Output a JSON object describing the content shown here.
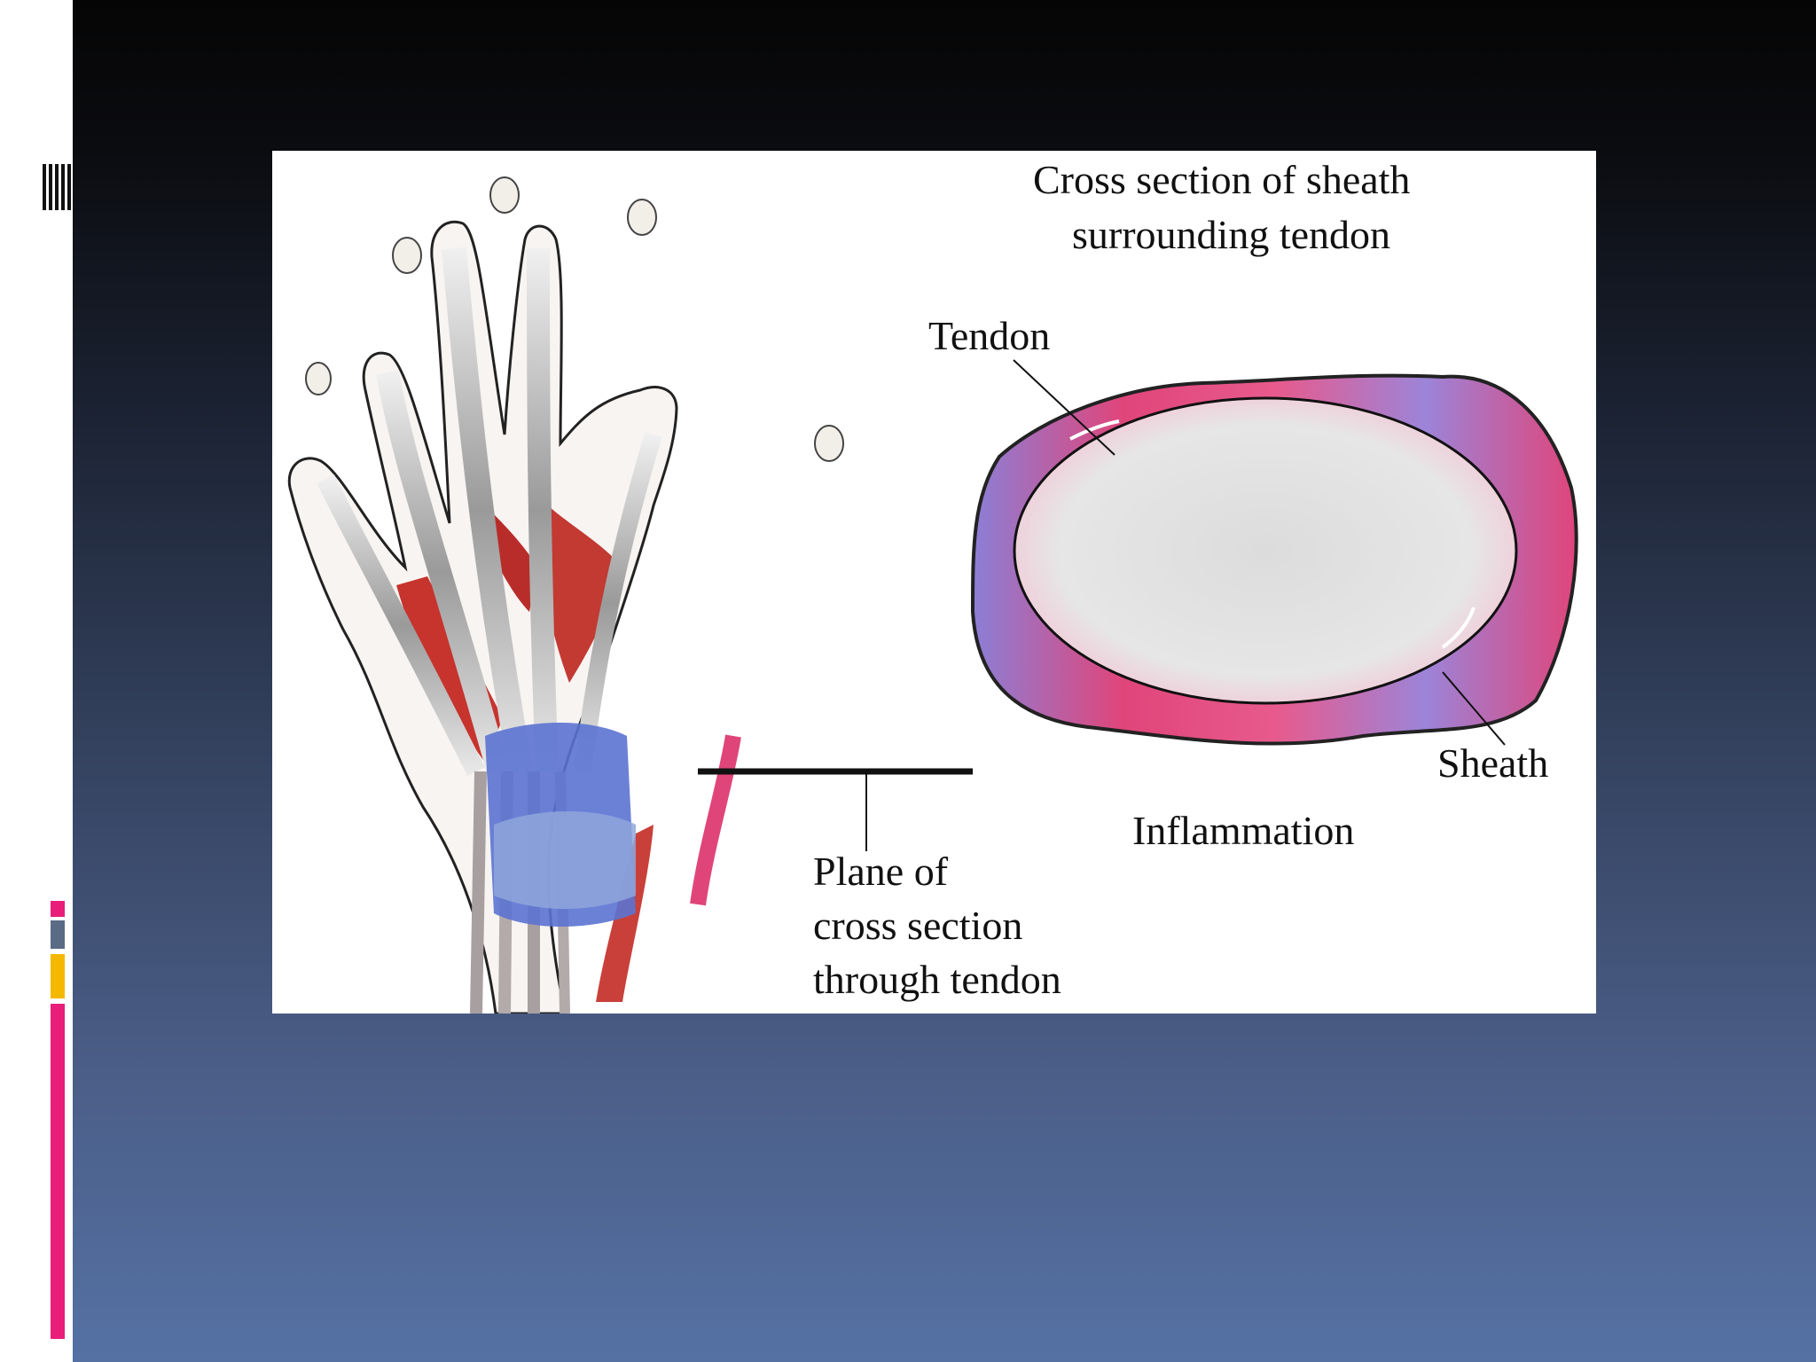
{
  "diagram": {
    "title_line1": "Cross section of sheath",
    "title_line2": "surrounding tendon",
    "tendon_label": "Tendon",
    "sheath_label": "Sheath",
    "inflammation_label": "Inflammation",
    "plane_line1": "Plane of",
    "plane_line2": "cross section",
    "plane_line3": "through tendon"
  },
  "colors": {
    "accent_pink": "#e91e7a",
    "accent_slate": "#5a6b86",
    "accent_amber": "#f5b800",
    "sheath_pink": "#e0457a",
    "sheath_violet": "#8b7fd6",
    "muscle_red": "#c7332d",
    "retinaculum_blue": "#5b73d1"
  }
}
